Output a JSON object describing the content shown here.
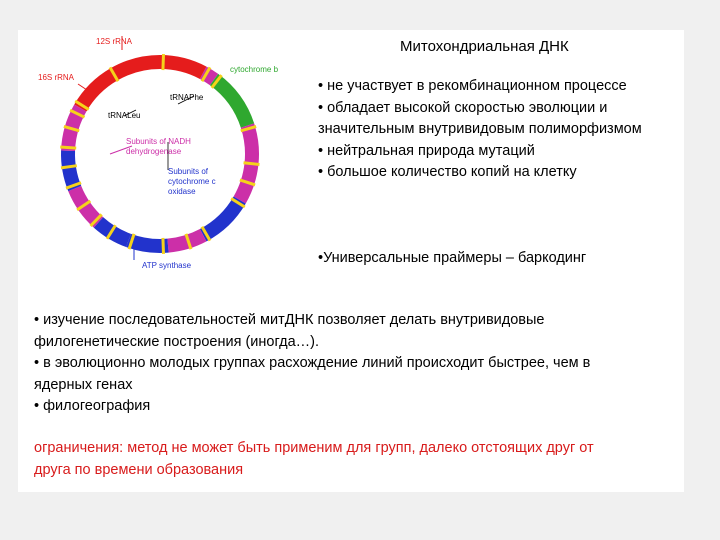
{
  "title": "Митохондриальная ДНК",
  "properties": [
    "• не участвует в рекомбинационном процессе",
    "• обладает высокой скоростью эволюции и значительным внутривидовым полиморфизмом",
    "• нейтральная природа мутаций",
    "• большое количество копий на клетку"
  ],
  "primers": "•Универсальные праймеры – баркодинг",
  "applications": [
    "• изучение последовательностей митДНК позволяет делать внутривидовые филогенетические построения (иногда…).",
    "• в эволюционно молодых группах расхождение линий происходит быстрее, чем в ядерных генах",
    "• филогеография"
  ],
  "limitation": "ограничения: метод не может быть применим для групп, далеко отстоящих друг от друга по времени образования",
  "diagram": {
    "labels": {
      "rrna12s": "12S rRNA",
      "rrna16s": "16S rRNA",
      "cytb": "cytochrome b",
      "trna_phe": "tRNAPhe",
      "trna_leu": "tRNALeu",
      "nadh1": "Subunits of NADH",
      "nadh2": "dehydrogenase",
      "cox1": "Subunits of",
      "cox2": "cytochrome c",
      "cox3": "oxidase",
      "atp": "ATP synthase"
    },
    "colors": {
      "rrna": "#e51c1c",
      "cytb": "#2fa82f",
      "nadh": "#cc2fa8",
      "cox": "#2233cc",
      "atp": "#2233cc",
      "trna": "#f5d21a",
      "limitation": "#d81b1b"
    }
  }
}
